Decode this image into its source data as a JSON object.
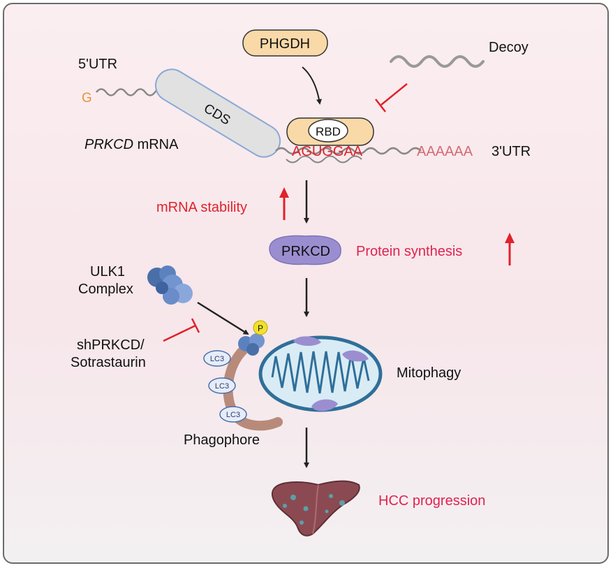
{
  "labels": {
    "phgdh": "PHGDH",
    "decoy": "Decoy",
    "utr5": "5'UTR",
    "g": "G",
    "cds": "CDS",
    "mrna_gene": "PRKCD",
    "mrna_word": " mRNA",
    "rbd": "RBD",
    "motif": "AGUGGAA",
    "polya": "AAAAAA",
    "utr3": "3'UTR",
    "mrna_stability": "mRNA stability",
    "prkcd": "PRKCD",
    "protein_synthesis": "Protein synthesis",
    "ulk1_line1": "ULK1",
    "ulk1_line2": "Complex",
    "sh_line1": "shPRKCD/",
    "sh_line2": "Sotrastaurin",
    "p": "P",
    "lc3_1": "LC3",
    "lc3_2": "LC3",
    "lc3_3": "LC3",
    "mitophagy": "Mitophagy",
    "phagophore": "Phagophore",
    "hcc": "HCC progression"
  },
  "colors": {
    "red": "#e0222b",
    "crimson": "#e0234e",
    "orange": "#e8923a",
    "mitochondria_blue": "#2f6f99",
    "prkcd_purple": "#9b8ed0",
    "liver": "#8b4a52",
    "phagophore_tan": "#b88a7a"
  },
  "icons": [
    "upregulation-arrow-icon",
    "inhibition-bar-icon",
    "liver-icon",
    "mitochondrion-icon",
    "ulk1-complex-icon",
    "phosphate-icon"
  ]
}
